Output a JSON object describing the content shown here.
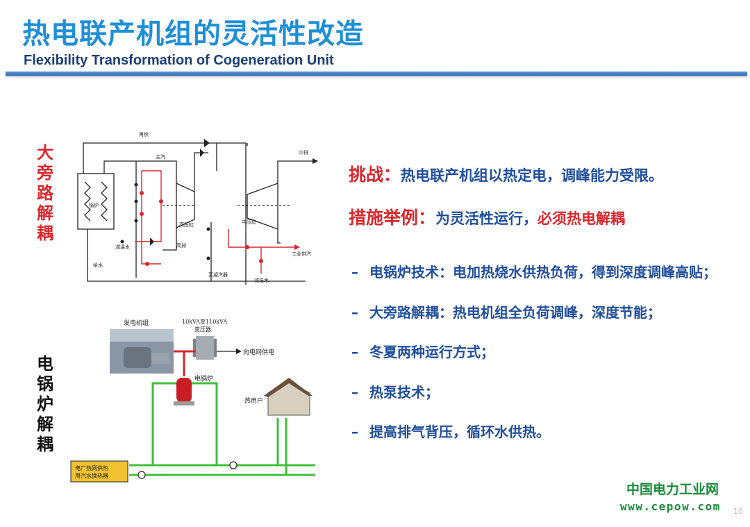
{
  "header": {
    "title_cn": "热电联产机组的灵活性改造",
    "title_en": "Flexibility Transformation of Cogeneration Unit"
  },
  "side_labels": {
    "bypass": [
      "大",
      "旁",
      "路",
      "解",
      "耦"
    ],
    "boiler": [
      "电",
      "锅",
      "炉",
      "解",
      "耦"
    ]
  },
  "diagram_bypass": {
    "labels": {
      "bypass_pipe": "再热",
      "main_steam": "主汽",
      "boiler": "锅炉",
      "desuperheat_water": "减温水",
      "feed_water": "给水",
      "hp_cylinder": "高压缸",
      "high_exhaust": "高排",
      "ip_cylinder": "中压缸",
      "mid_exhaust": "中排",
      "industrial_steam": "工业供汽",
      "desuperheat_water_2": "减温水",
      "to_condenser": "至凝汽器"
    }
  },
  "diagram_boiler": {
    "labels": {
      "generator": "发电机组",
      "transformer": "10kVA变110kVA\n变压器",
      "to_grid": "向电网供电",
      "electric_boiler": "电锅炉",
      "heat_user": "热用户",
      "exchanger": "电厂热网供热\n用汽水换热器"
    }
  },
  "challenge": {
    "label": "挑战：",
    "text": "热电联产机组以热定电，调峰能力受限。"
  },
  "measures": {
    "label": "措施举例：",
    "text": "为灵活性运行，",
    "emphasis": "必须热电解耦"
  },
  "bullets": [
    "电锅炉技术：电加热烧水供热负荷，得到深度调峰高贴；",
    "大旁路解耦：热电机组全负荷调峰，深度节能；",
    "冬夏两种运行方式；",
    "热泵技术；",
    "提高排气背压，循环水供热。"
  ],
  "bullet_marker": "–",
  "watermark": {
    "cn": "中国电力工业网",
    "url": "www.cepow.com"
  },
  "page_number": "10",
  "colors": {
    "title_blue": "#1d8fd6",
    "text_blue": "#1f4e9b",
    "accent_red": "#d8272d",
    "pipe_green": "#3fbf3a",
    "watermark_green": "#1a8a3a"
  }
}
